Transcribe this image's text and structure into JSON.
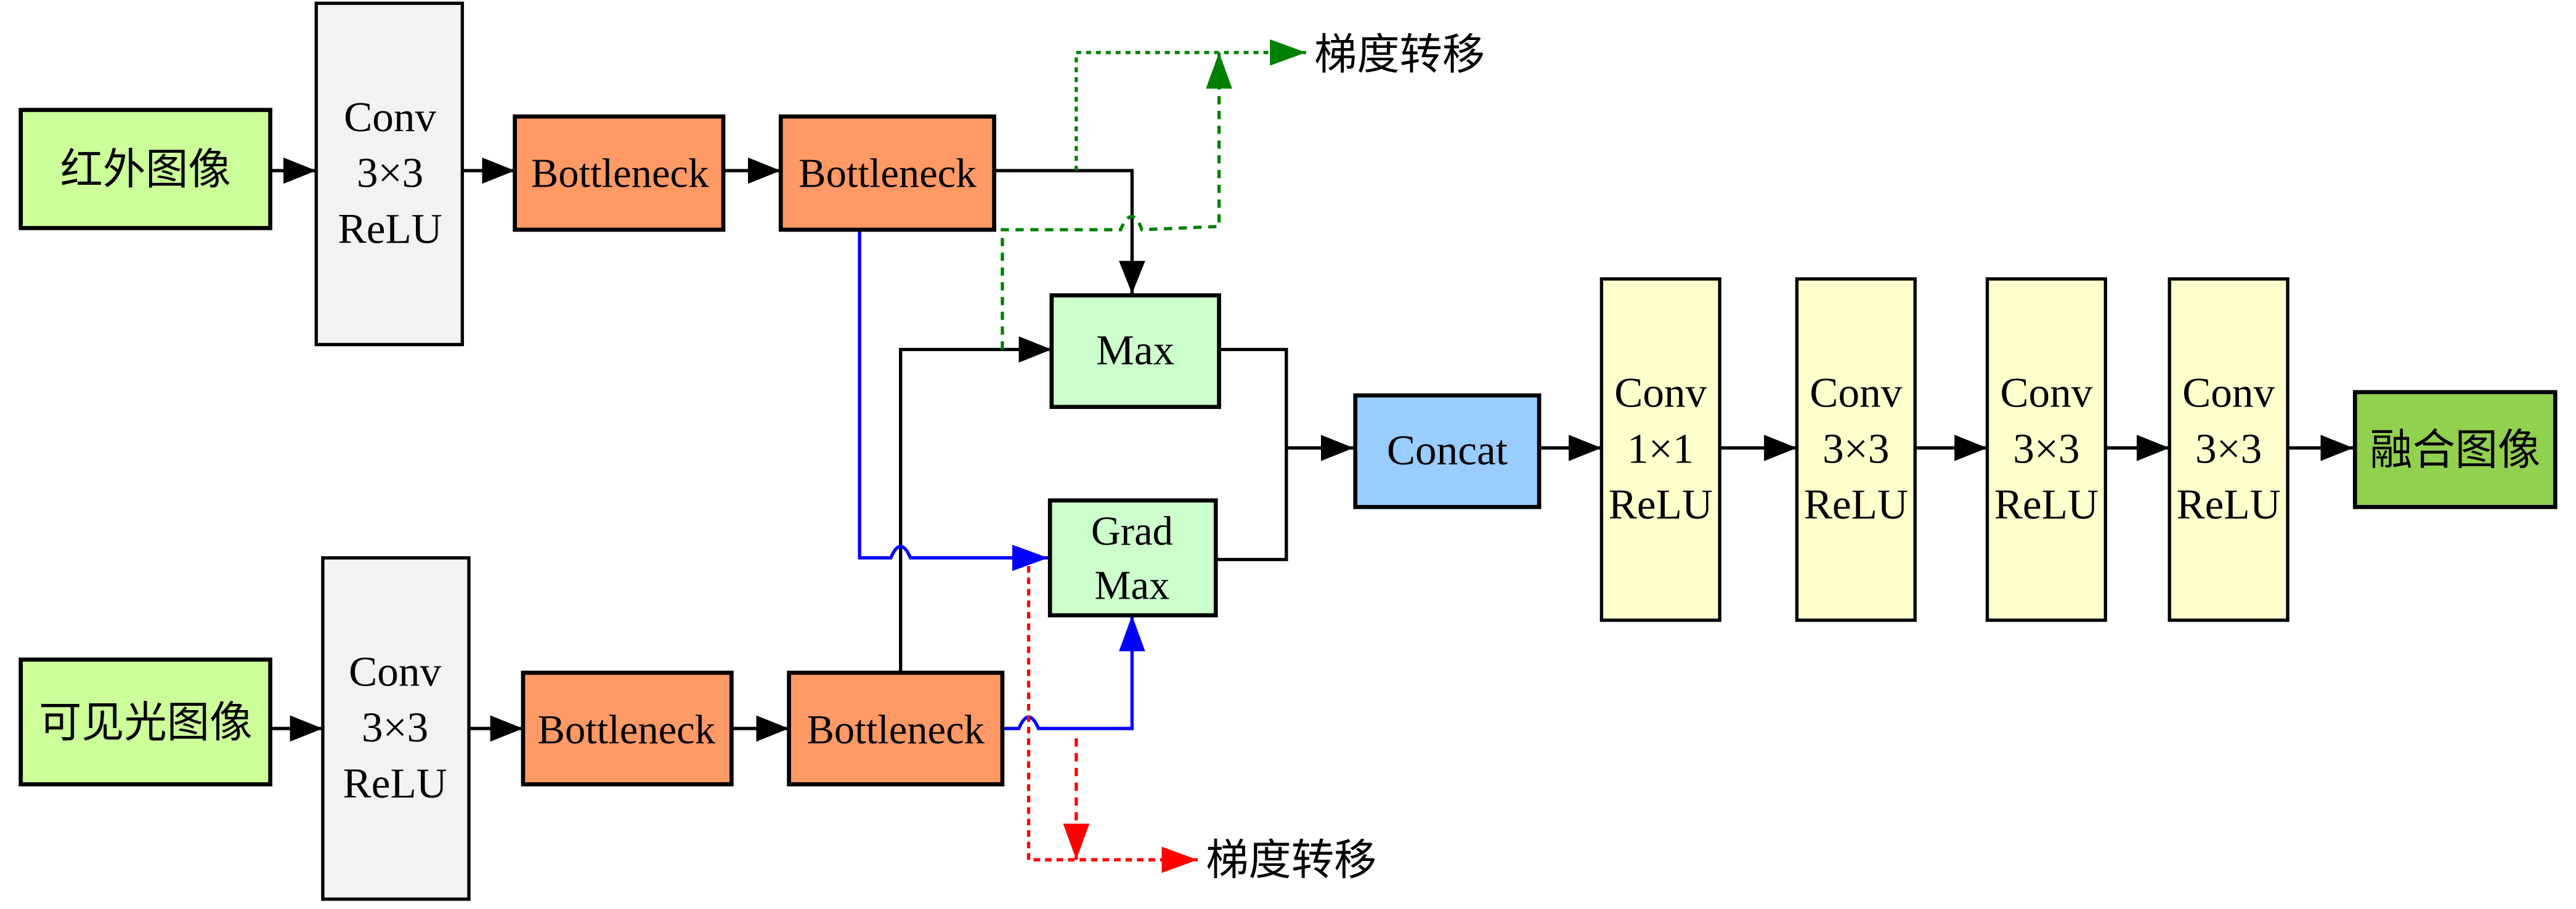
{
  "colors": {
    "input": "#ccff99",
    "conv_gray": "#f2f2f2",
    "bottleneck": "#ff9966",
    "fusion": "#ccffcc",
    "concat": "#99ccff",
    "decoder": "#ffffcc",
    "output": "#92d050",
    "green_dashed": "#008000",
    "red_dashed": "#ff0000",
    "blue_line": "#0000ff"
  },
  "inputs": {
    "infrared": "红外图像",
    "visible": "可见光图像"
  },
  "encoder_ir": {
    "conv": [
      "Conv",
      "3×3",
      "ReLU"
    ],
    "bottleneck1": "Bottleneck",
    "bottleneck2": "Bottleneck"
  },
  "encoder_vis": {
    "conv": [
      "Conv",
      "3×3",
      "ReLU"
    ],
    "bottleneck1": "Bottleneck",
    "bottleneck2": "Bottleneck"
  },
  "fusion": {
    "max": "Max",
    "grad_max": [
      "Grad",
      "Max"
    ],
    "concat": "Concat"
  },
  "decoder": [
    [
      "Conv",
      "1×1",
      "ReLU"
    ],
    [
      "Conv",
      "3×3",
      "ReLU"
    ],
    [
      "Conv",
      "3×3",
      "ReLU"
    ],
    [
      "Conv",
      "3×3",
      "ReLU"
    ]
  ],
  "output": "融合图像",
  "labels": {
    "gradient_transfer_top": "梯度转移",
    "gradient_transfer_bottom": "梯度转移"
  }
}
